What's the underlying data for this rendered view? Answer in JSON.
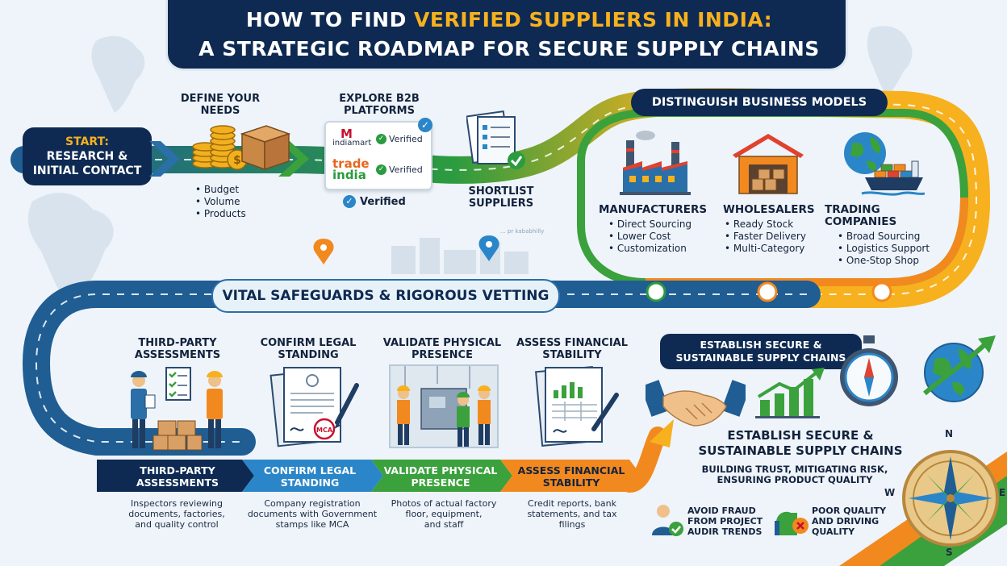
{
  "header": {
    "title_line1_prefix": "HOW TO FIND ",
    "title_line1_highlight": "VERIFIED SUPPLIERS IN INDIA:",
    "title_line2": "A STRATEGIC ROADMAP FOR SECURE SUPPLY CHAINS"
  },
  "start": {
    "line1": "START:",
    "line2": "RESEARCH &",
    "line3": "INITIAL CONTACT"
  },
  "define_needs": {
    "title_1": "DEFINE YOUR",
    "title_2": "NEEDS",
    "bullets": [
      "Budget",
      "Volume",
      "Products"
    ]
  },
  "b2b": {
    "title_1": "EXPLORE B2B",
    "title_2": "PLATFORMS",
    "indiamart": "indiamart",
    "tradeindia_1": "trade",
    "tradeindia_2": "india",
    "verified": "Verified"
  },
  "shortlist": {
    "title_1": "SHORTLIST",
    "title_2": "SUPPLIERS"
  },
  "business_models": {
    "title": "DISTINGUISH BUSINESS MODELS",
    "items": [
      {
        "name": "MANUFACTURERS",
        "bullets": [
          "Direct Sourcing",
          "Lower Cost",
          "Customization"
        ]
      },
      {
        "name": "WHOLESALERS",
        "bullets": [
          "Ready Stock",
          "Faster Delivery",
          "Multi-Category"
        ]
      },
      {
        "name": "TRADING COMPANIES",
        "bullets": [
          "Broad Sourcing",
          "Logistics Support",
          "One-Stop Shop"
        ]
      }
    ]
  },
  "safeguards": {
    "title": "VITAL SAFEGUARDS & RIGOROUS VETTING"
  },
  "vetting": [
    {
      "top_1": "THIRD-PARTY",
      "top_2": "ASSESSMENTS",
      "label_1": "THIRD-PARTY",
      "label_2": "ASSESSMENTS",
      "desc_1": "Inspectors reviewing",
      "desc_2": "documents, factories,",
      "desc_3": "and quality control"
    },
    {
      "top_1": "CONFIRM LEGAL",
      "top_2": "STANDING",
      "label_1": "CONFIRM LEGAL",
      "label_2": "STANDING",
      "desc_1": "Company registration",
      "desc_2": "documents with Government",
      "desc_3": "stamps like MCA"
    },
    {
      "top_1": "VALIDATE PHYSICAL",
      "top_2": "PRESENCE",
      "label_1": "VALIDATE PHYSICAL",
      "label_2": "PRESENCE",
      "desc_1": "Photos of actual factory",
      "desc_2": "floor, equipment,",
      "desc_3": "and staff"
    },
    {
      "top_1": "ASSESS FINANCIAL",
      "top_2": "STABILITY",
      "label_1": "ASSESS FINANCIAL",
      "label_2": "STABILITY",
      "desc_1": "Credit reports, bank",
      "desc_2": "statements, and tax",
      "desc_3": "filings"
    }
  ],
  "stamp_text": "MCA",
  "establish": {
    "badge_1": "ESTABLISH SECURE &",
    "badge_2": "SUSTAINABLE SUPPLY CHAINS",
    "heading_1": "ESTABLISH SECURE &",
    "heading_2": "SUSTAINABLE SUPPLY CHAINS",
    "sub_1": "BUILDING TRUST, MITIGATING RISK,",
    "sub_2": "ENSURING PRODUCT QUALITY"
  },
  "avoid": {
    "a1": "AVOID FRAUD",
    "a2": "FROM PROJECT",
    "a3": "AUDIR TRENDS",
    "b1": "POOR QUALITY",
    "b2": "AND DRIVING",
    "b3": "QUALITY"
  },
  "compass": {
    "n": "N",
    "s": "S",
    "w": "W",
    "e": "E"
  },
  "map_text": "... pr kababhilly",
  "colors": {
    "navy": "#0e2a52",
    "blue": "#2a6fa8",
    "green": "#3aa13c",
    "orange": "#f2891f",
    "yellow": "#f7b11e"
  }
}
